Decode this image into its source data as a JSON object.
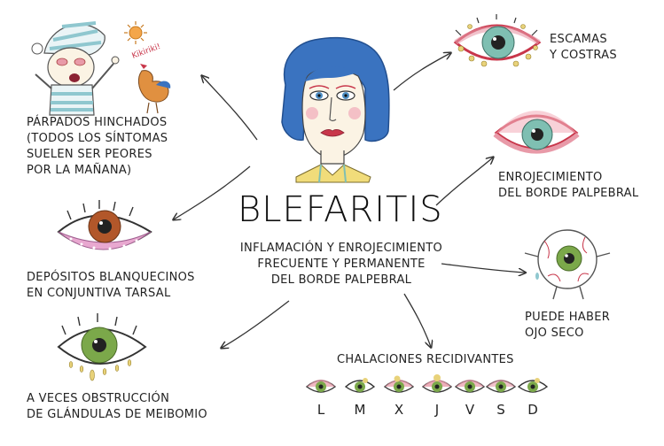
{
  "center": {
    "title": "BLEFARITIS",
    "subtitle": "INFLAMACIÓN Y ENROJECIMIENTO\nFRECUENTE Y PERMANENTE\nDEL BORDE PALPEBRAL"
  },
  "nodes": {
    "swollen": "PÁRPADOS HINCHADOS\n(TODOS LOS SÍNTOMAS\nSUELEN SER PEORES\nPOR LA MAÑANA)",
    "scales": "ESCAMAS\nY COSTRAS",
    "redness": "ENROJECIMIENTO\nDEL BORDE PALPEBRAL",
    "deposits": "DEPÓSITOS BLANQUECINOS\nEN CONJUNTIVA TARSAL",
    "dry": "PUEDE HABER\nOJO SECO",
    "meibomian": "A VECES OBSTRUCCIÓN\nDE GLÁNDULAS DE MEIBOMIO",
    "chalazion": "CHALACIONES RECIDIVANTES"
  },
  "rooster_sound": "Kikiriki!",
  "days": [
    "L",
    "M",
    "X",
    "J",
    "V",
    "S",
    "D"
  ],
  "colors": {
    "hair": "#3a73c0",
    "skin": "#fbf3e4",
    "lip": "#c8364a",
    "eyelid_pink": "#e89aa8",
    "iris_teal": "#7fbfb2",
    "iris_green": "#7ba84a",
    "iris_brown": "#b2572a",
    "collar_yellow": "#f1dc7a",
    "cheek_pink": "#f3b3be"
  }
}
